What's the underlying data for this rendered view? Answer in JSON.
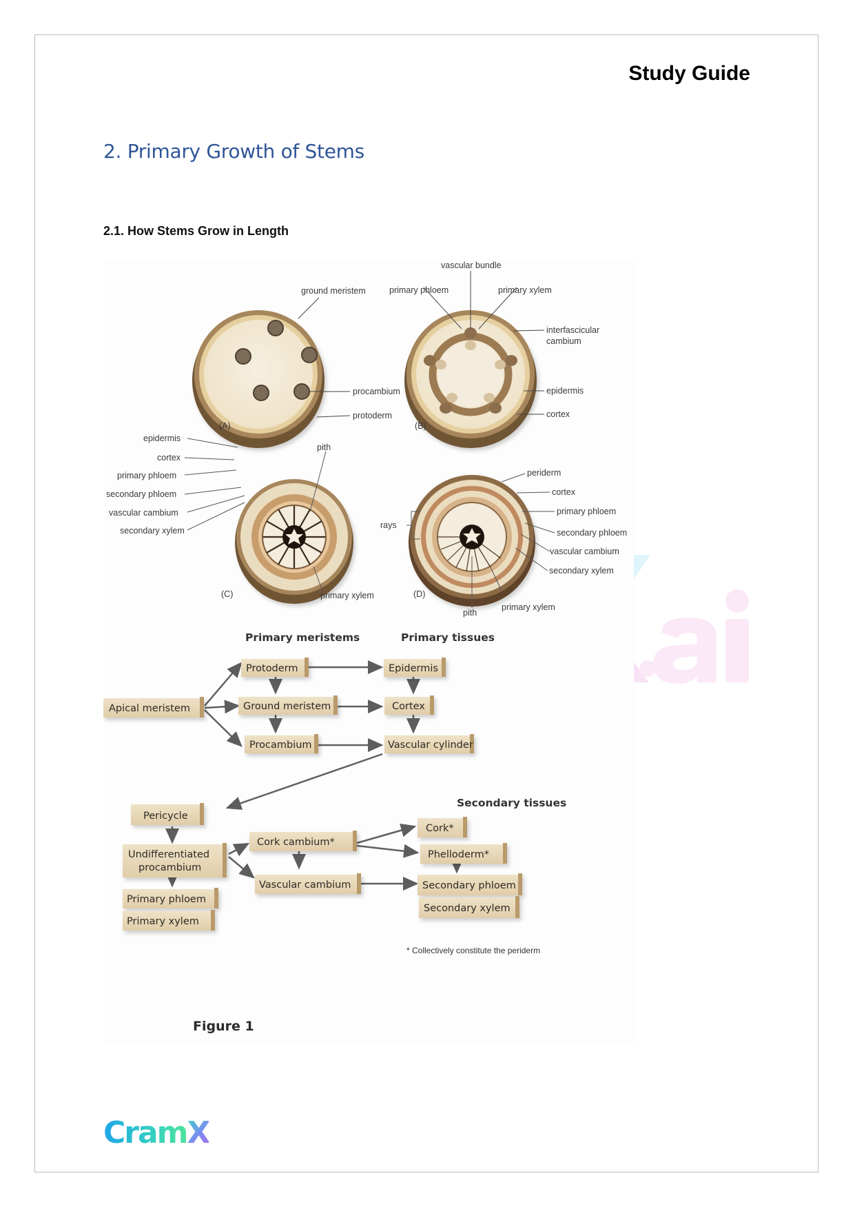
{
  "header": {
    "title": "Study Guide"
  },
  "section": {
    "title": "2. Primary Growth of Stems"
  },
  "subsection": {
    "title": "2.1. How Stems Grow in Length"
  },
  "figure": {
    "caption": "Figure 1",
    "panels": {
      "A": {
        "label": "(A)",
        "callouts": [
          "ground meristem",
          "procambium",
          "protoderm"
        ]
      },
      "B": {
        "label": "(B)",
        "callouts": [
          "vascular bundle",
          "primary phloem",
          "primary xylem",
          "interfascicular",
          "cambium",
          "epidermis",
          "cortex"
        ]
      },
      "C": {
        "label": "(C)",
        "callouts": [
          "pith",
          "epidermis",
          "cortex",
          "primary phloem",
          "secondary phloem",
          "vascular cambium",
          "secondary xylem",
          "primary xylem"
        ]
      },
      "D": {
        "label": "(D)",
        "callouts": [
          "periderm",
          "cortex",
          "primary phloem",
          "secondary phloem",
          "vascular cambium",
          "secondary xylem",
          "rays",
          "pith",
          "primary xylem"
        ]
      }
    },
    "flowchart": {
      "headers": {
        "primary_meristems": "Primary meristems",
        "primary_tissues": "Primary tissues",
        "secondary_tissues": "Secondary tissues"
      },
      "boxes": {
        "apical_meristem": "Apical meristem",
        "protoderm": "Protoderm",
        "ground_meristem": "Ground meristem",
        "procambium": "Procambium",
        "epidermis": "Epidermis",
        "cortex": "Cortex",
        "vascular_cylinder": "Vascular cylinder",
        "pericycle": "Pericycle",
        "undiff_line1": "Undifferentiated",
        "undiff_line2": "procambium",
        "primary_phloem": "Primary phloem",
        "primary_xylem": "Primary xylem",
        "cork_cambium": "Cork cambium*",
        "vascular_cambium": "Vascular cambium",
        "cork": "Cork*",
        "phelloderm": "Phelloderm*",
        "secondary_phloem": "Secondary phloem",
        "secondary_xylem": "Secondary xylem"
      },
      "footnote": "* Collectively constitute the periderm"
    }
  },
  "watermark": {
    "text": ".ai"
  },
  "footer": {
    "logo_part1": "Cram",
    "logo_part2": "X"
  },
  "colors": {
    "heading_blue": "#2f5597",
    "box_fill": "#e8d7b8",
    "box_side": "#b99a6a",
    "stem_outer": "#8a6a46",
    "stem_fill": "#f3ead8"
  }
}
